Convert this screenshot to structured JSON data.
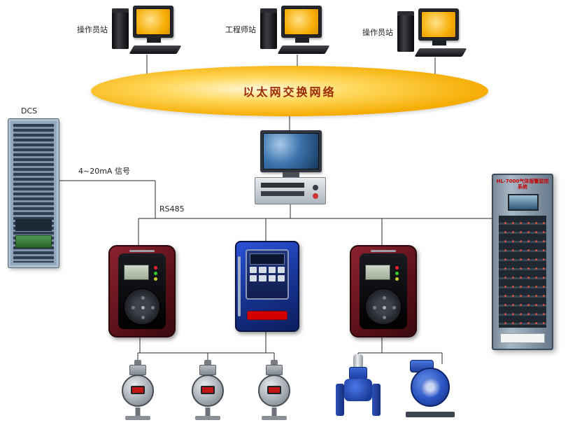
{
  "stations": [
    {
      "label": "操作员站"
    },
    {
      "label": "工程师站"
    },
    {
      "label": "操作员站"
    }
  ],
  "network": {
    "label": "以太网交换网络"
  },
  "annotations": {
    "dcs": "DCS",
    "analog_signal": "4~20mA 信号",
    "bus": "RS485"
  },
  "cabinet": {
    "title": "HL-7000气体报警监控系统"
  },
  "colors": {
    "network_ellipse": "#f5ab00",
    "network_text": "#9b2b00",
    "controller_red": "#7a1c28",
    "controller_blue": "#1b3fae",
    "cabinet_gray": "#8a9aa8",
    "wire": "#2b2b2b",
    "screen_orange": "#f6ac00"
  }
}
